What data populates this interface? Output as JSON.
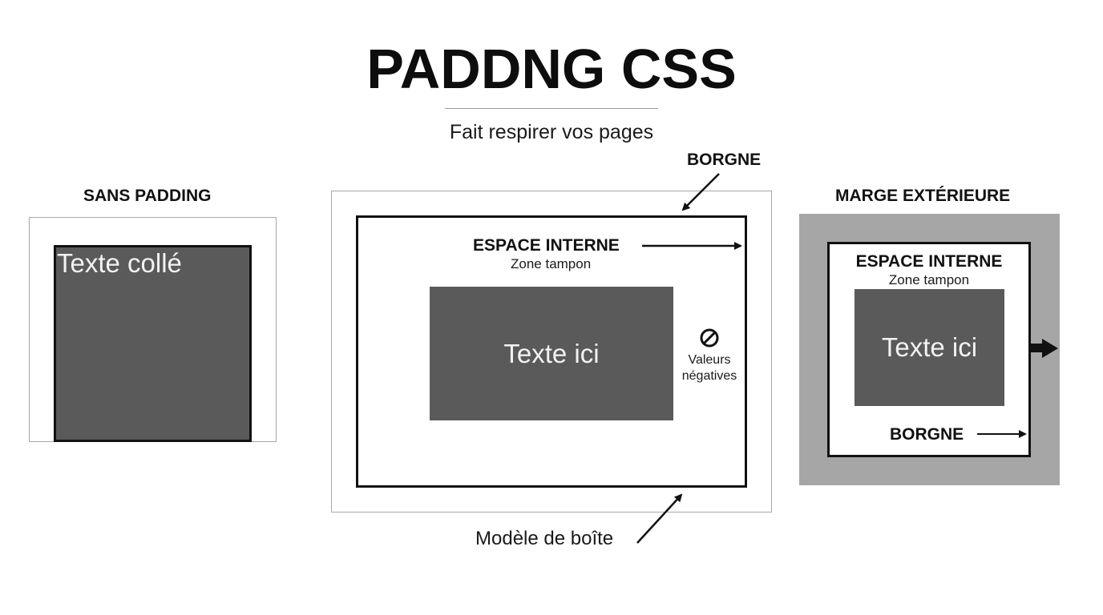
{
  "title": "PADDNG CSS",
  "subtitle": "Fait respirer vos pages",
  "left_panel": {
    "heading": "SANS PADDING",
    "content_text": "Texte collé"
  },
  "center_panel": {
    "border_label": "BORGNE",
    "padding_label": "ESPACE INTERNE",
    "padding_sublabel": "Zone tampon",
    "content_text": "Texte ici",
    "negative_icon": "prohibited-icon",
    "negative_label_line1": "Valeurs",
    "negative_label_line2": "négatives",
    "caption": "Modèle de boîte"
  },
  "right_panel": {
    "heading": "MARGE EXTÉRIEURE",
    "padding_label": "ESPACE INTERNE",
    "padding_sublabel": "Zone tampon",
    "content_text": "Texte ici",
    "border_label": "BORGNE"
  },
  "colors": {
    "content_fill": "#5a5a5a",
    "margin_fill": "#a6a6a6",
    "border": "#111111"
  }
}
